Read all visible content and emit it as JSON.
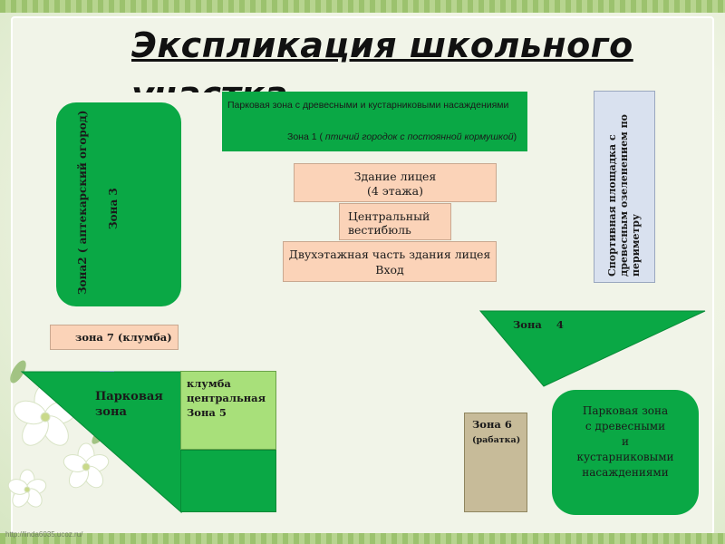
{
  "title": {
    "line1": "Экспликация  школьного",
    "line2": "участка"
  },
  "zones": {
    "park_zone_1": {
      "line1": "Парковая зона с древесными и кустарниковыми насаждениями",
      "line2_prefix": "Зона 1 ( ",
      "line2_italic": "птичий городок с постоянной кормушкой",
      "line2_suffix": ")"
    },
    "sport": {
      "text": "Спортивная площадка с древесным озеленением по периметру"
    },
    "zone2": {
      "line1": "Зона2 ( аптекарский огород)",
      "line2": "Зона 3"
    },
    "building": {
      "main_line1": "Здание лицея",
      "main_line2": "(4 этажа)",
      "vestibule_line1": "Центральный",
      "vestibule_line2": "вестибюль",
      "twofloor_line1": "Двухэтажная часть здания лицея",
      "twofloor_line2": "Вход"
    },
    "zone7": {
      "label": "зона 7  (клумба)"
    },
    "zone4": {
      "label": "Зона    4"
    },
    "park_zone_left": {
      "line1": "Парковая",
      "line2": "зона"
    },
    "klumba": {
      "line1": "клумба",
      "line2": "центральная",
      "line3": "Зона 5"
    },
    "zone6": {
      "line1": "Зона  6",
      "line2": "(рабатка)"
    },
    "park_zone_right": {
      "line1": "Парковая зона",
      "line2": "с древесными",
      "line3": "и",
      "line4": "кустарниковыми",
      "line5": "насаждениями"
    }
  },
  "footer": {
    "url": "http://linda6035.ucoz.ru/"
  },
  "colors": {
    "green": "#0aa845",
    "light_green": "#a8e07a",
    "peach": "#fbd3b8",
    "tan": "#c7bb99",
    "lavender": "#d9e1ef"
  }
}
